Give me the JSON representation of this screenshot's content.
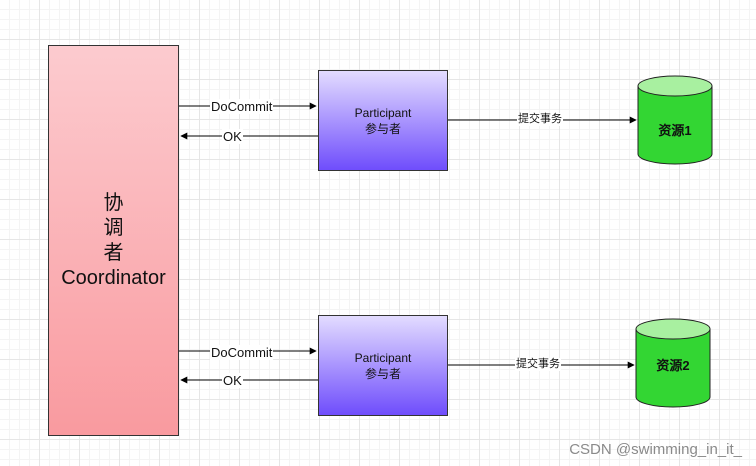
{
  "coordinator": {
    "line1": "协",
    "line2": "调",
    "line3": "者",
    "line4": "Coordinator"
  },
  "participants": [
    {
      "name": "Participant",
      "cn": "参与者"
    },
    {
      "name": "Participant",
      "cn": "参与者"
    }
  ],
  "edges": {
    "do_commit": "DoCommit",
    "ok": "OK",
    "submit": "提交事务"
  },
  "resources": [
    "资源1",
    "资源2"
  ],
  "colors": {
    "coordinator_top": "#fccbcf",
    "coordinator_bottom": "#f99a9f",
    "participant_top": "#e3dcff",
    "participant_bottom": "#6f4dfc",
    "resource_fill": "#33d633",
    "resource_top": "#a8f0a0"
  },
  "watermark": "CSDN @swimming_in_it_"
}
